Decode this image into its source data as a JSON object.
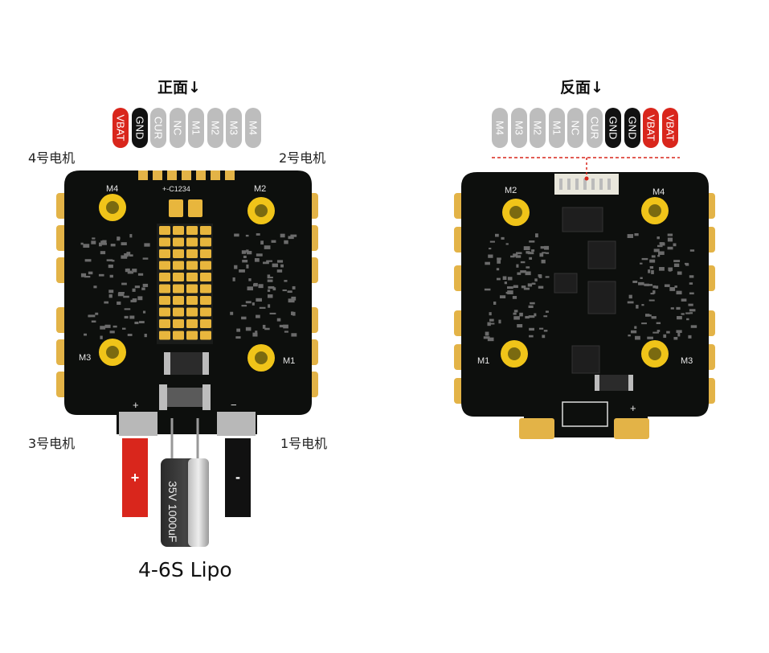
{
  "front": {
    "title": "正面↓",
    "pins": [
      {
        "label": "VBAT",
        "color": "red"
      },
      {
        "label": "GND",
        "color": "black"
      },
      {
        "label": "CUR",
        "color": "gray"
      },
      {
        "label": "NC",
        "color": "gray"
      },
      {
        "label": "M1",
        "color": "gray"
      },
      {
        "label": "M2",
        "color": "gray"
      },
      {
        "label": "M3",
        "color": "gray"
      },
      {
        "label": "M4",
        "color": "gray"
      }
    ],
    "motor_labels": {
      "top_left": "4号电机",
      "top_right": "2号电机",
      "bottom_left": "3号电机",
      "bottom_right": "1号电机"
    },
    "pcb_labels": {
      "m4": "M4",
      "m2": "M2",
      "m3": "M3",
      "m1": "M1",
      "plus": "+",
      "minus": "−",
      "header": "+-C1234"
    },
    "wire_plus": "+",
    "wire_minus": "-",
    "capacitor": "35V 1000uF",
    "battery": "4-6S Lipo"
  },
  "back": {
    "title": "反面↓",
    "pins": [
      {
        "label": "M4",
        "color": "gray"
      },
      {
        "label": "M3",
        "color": "gray"
      },
      {
        "label": "M2",
        "color": "gray"
      },
      {
        "label": "M1",
        "color": "gray"
      },
      {
        "label": "NC",
        "color": "gray"
      },
      {
        "label": "CUR",
        "color": "gray"
      },
      {
        "label": "GND",
        "color": "black"
      },
      {
        "label": "GND",
        "color": "black"
      },
      {
        "label": "VBAT",
        "color": "red"
      },
      {
        "label": "VBAT",
        "color": "red"
      }
    ],
    "pcb_labels": {
      "m2": "M2",
      "m4": "M4",
      "m1": "M1",
      "m3": "M3",
      "plus": "+"
    }
  },
  "colors": {
    "board": "#0d0f0d",
    "gold": "#e3b347",
    "pad": "#f0c419",
    "red": "#d9261c"
  }
}
